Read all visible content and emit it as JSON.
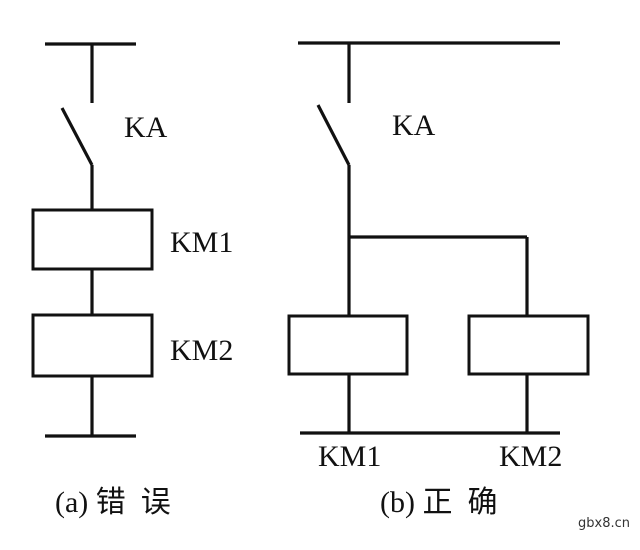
{
  "diagram_a": {
    "switch_label": "KA",
    "coil1_label": "KM1",
    "coil2_label": "KM2",
    "caption": "(a) 错  误"
  },
  "diagram_b": {
    "switch_label": "KA",
    "coil1_label": "KM1",
    "coil2_label": "KM2",
    "caption": "(b) 正  确"
  },
  "watermark": "gbx8.cn"
}
